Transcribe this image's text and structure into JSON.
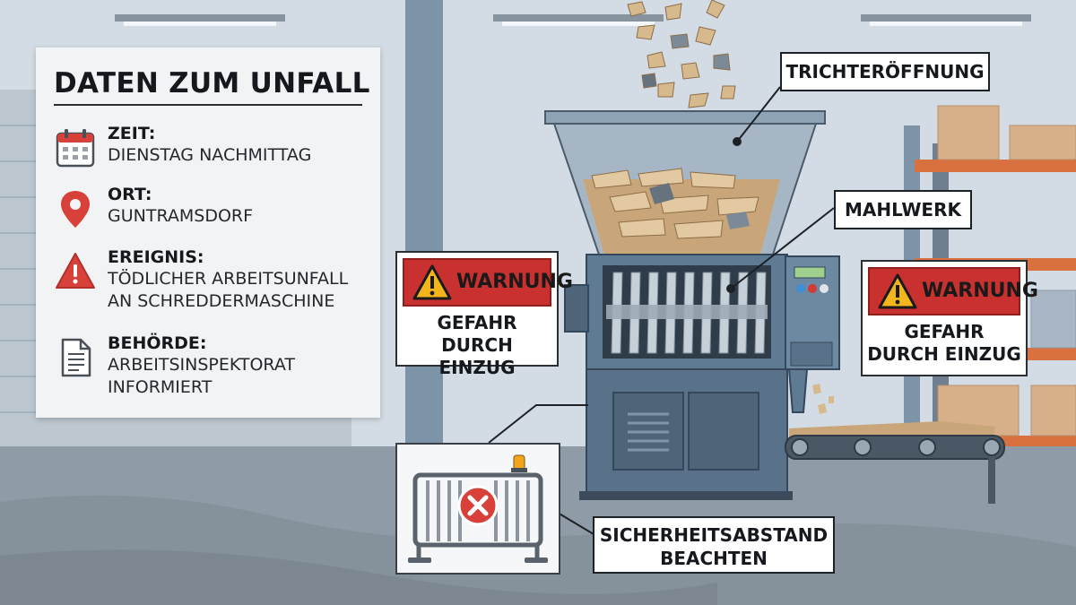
{
  "info_panel": {
    "title": "DATEN ZUM UNFALL",
    "items": [
      {
        "icon": "calendar-icon",
        "label": "ZEIT:",
        "value_lines": [
          "DIENSTAG NACHMITTAG"
        ]
      },
      {
        "icon": "location-pin-icon",
        "label": "ORT:",
        "value_lines": [
          "GUNTRAMSDORF"
        ]
      },
      {
        "icon": "warning-icon",
        "label": "EREIGNIS:",
        "value_lines": [
          "TÖDLICHER ARBEITSUNFALL",
          "AN SCHREDDERMASCHINE"
        ]
      },
      {
        "icon": "document-icon",
        "label": "BEHÖRDE:",
        "value_lines": [
          "ARBEITSINSPEKTORAT",
          "INFORMIERT"
        ]
      }
    ]
  },
  "callouts": {
    "hopper": "TRICHTERÖFFNUNG",
    "grinder": "MAHLWERK",
    "safety_lines": [
      "SICHERHEITSABSTAND",
      "BEACHTEN"
    ]
  },
  "warning_signs": [
    {
      "header": "WARNUNG",
      "body_lines": [
        "GEFAHR",
        "DURCH EINZUG"
      ]
    },
    {
      "header": "WARNUNG",
      "body_lines": [
        "GEFAHR",
        "DURCH EINZUG"
      ]
    }
  ],
  "colors": {
    "warning_red": "#c8312f",
    "warning_yellow": "#f2b51c",
    "machine_blue": "#5f7a93",
    "shelf_orange": "#d8703f",
    "pin_red": "#d8403a"
  }
}
